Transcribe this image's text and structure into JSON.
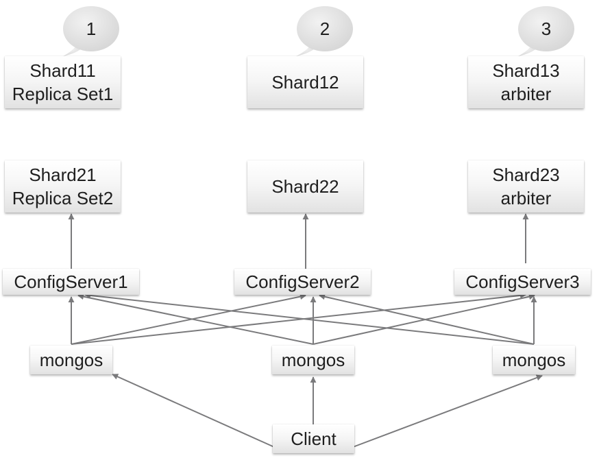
{
  "bubbles": [
    {
      "label": "1"
    },
    {
      "label": "2"
    },
    {
      "label": "3"
    }
  ],
  "shards_row1": [
    {
      "line1": "Shard11",
      "line2": "Replica Set1"
    },
    {
      "line1": "Shard12",
      "line2": ""
    },
    {
      "line1": "Shard13",
      "line2": "arbiter"
    }
  ],
  "shards_row2": [
    {
      "line1": "Shard21",
      "line2": "Replica Set2"
    },
    {
      "line1": "Shard22",
      "line2": ""
    },
    {
      "line1": "Shard23",
      "line2": "arbiter"
    }
  ],
  "config_servers": [
    "ConfigServer1",
    "ConfigServer2",
    "ConfigServer3"
  ],
  "routers": [
    "mongos",
    "mongos",
    "mongos"
  ],
  "client": "Client",
  "colors": {
    "arrow": "#7a7a7c",
    "bubble": "#e4e4e4"
  }
}
